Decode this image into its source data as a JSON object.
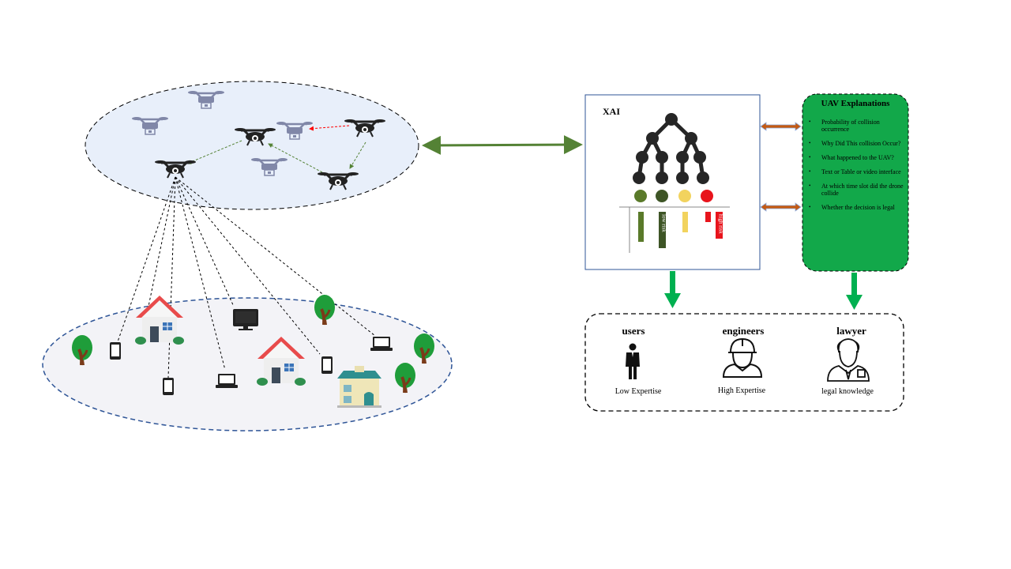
{
  "xai": {
    "label": "XAI",
    "bar_labels": [
      "low risk",
      "high risk"
    ],
    "node_colors": [
      "#5a7a2a",
      "#3e5526",
      "#f2d35e",
      "#e8141c"
    ]
  },
  "explanations": {
    "title": "UAV  Explanations",
    "items": [
      "Probability of  collision occurrence",
      "Why Did This collision Occur?",
      "What  happened to the UAV?",
      "Text or Table or video interface",
      "At which time slot did the drone collide",
      "Whether the decision is legal"
    ],
    "fill": "#12a84a"
  },
  "roles": [
    {
      "title": "users",
      "subtitle": "Low Expertise",
      "icon": "person-icon"
    },
    {
      "title": "engineers",
      "subtitle": "High Expertise",
      "icon": "engineer-icon"
    },
    {
      "title": "lawyer",
      "subtitle": "legal knowledge",
      "icon": "lawyer-icon"
    }
  ],
  "colors": {
    "accent_green": "#00b050",
    "link_green": "#548235",
    "link_orange": "#c55a11",
    "alert_red": "#ff0000",
    "sky_fill": "#e8effa",
    "ground_fill": "#f3f3f7"
  }
}
